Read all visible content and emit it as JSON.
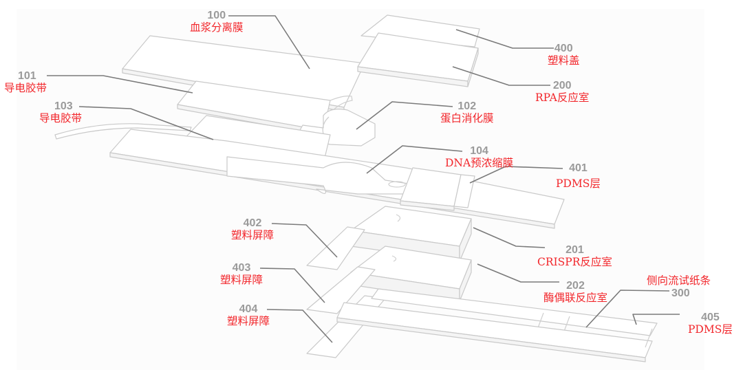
{
  "diagram": {
    "type": "exploded-view",
    "colors": {
      "label_number": "#9a9a9a",
      "label_name": "#f2262b",
      "leader_line": "#7a7a7a",
      "part_outline": "#c9c9c9"
    },
    "labels": [
      {
        "id": "100",
        "number": "100",
        "name": "血浆分离膜"
      },
      {
        "id": "101",
        "number": "101",
        "name": "导电胶带"
      },
      {
        "id": "103",
        "number": "103",
        "name": "导电胶带"
      },
      {
        "id": "102",
        "number": "102",
        "name": "蛋白消化膜"
      },
      {
        "id": "104",
        "number": "104",
        "name": "DNA预浓缩膜"
      },
      {
        "id": "400",
        "number": "400",
        "name": "塑料盖"
      },
      {
        "id": "200",
        "number": "200",
        "name": "RPA反应室"
      },
      {
        "id": "401",
        "number": "401",
        "name": "PDMS层"
      },
      {
        "id": "402",
        "number": "402",
        "name": "塑料屏障"
      },
      {
        "id": "403",
        "number": "403",
        "name": "塑料屏障"
      },
      {
        "id": "404",
        "number": "404",
        "name": "塑料屏障"
      },
      {
        "id": "201",
        "number": "201",
        "name": "CRISPR反应室"
      },
      {
        "id": "202",
        "number": "202",
        "name": "酶偶联反应室"
      },
      {
        "id": "300",
        "number": "300",
        "name": "侧向流试纸条"
      },
      {
        "id": "405",
        "number": "405",
        "name": "PDMS层"
      }
    ]
  }
}
